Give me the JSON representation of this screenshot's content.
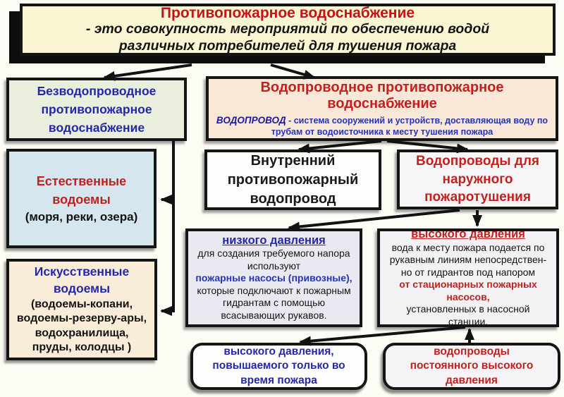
{
  "title": {
    "heading": "Противопожарное водоснабжение",
    "definition": "- это совокупность мероприятий по обеспечению водой\nразличных потребителей для тушения пожара"
  },
  "no_pipeline": {
    "label": "Безводопроводное\nпротивопожарное\nводоснабжение"
  },
  "pipeline": {
    "heading": "Водопроводное противопожарное\nводоснабжение",
    "term": "ВОДОПРОВОД",
    "term_definition": "- система сооружений и устройств, доставляющая воду по трубам от водоисточника к месту тушения пожара"
  },
  "natural": {
    "heading": "Естественные\nводоемы",
    "examples": "(моря, реки, озера)"
  },
  "artificial": {
    "heading": "Искусственные\nводоемы",
    "examples": "(водоемы-копани,\nводоемы-резерву-ары,\nводохранилища,\nпруды, колодцы )"
  },
  "internal": {
    "label": "Внутренний\nпротивопожарный\nводопровод"
  },
  "external": {
    "label": "Водопроводы для\nнаружного\nпожаротушения"
  },
  "low_pressure": {
    "heading": "низкого давления",
    "text1": "для создания требуемого напора\nиспользуют",
    "highlight": "пожарные насосы (привозные),",
    "text2": "которые подключают к пожарным\nгидрантам с помощью\nвсасывающих рукавов."
  },
  "high_pressure": {
    "heading": "высокого давления",
    "text1": "вода к месту пожара подается по\nрукавным линиям непосредствен-\nно от гидрантов под напором",
    "highlight": "от стационарных пожарных\nнасосов,",
    "text2": "установленных в насосной\nстанции."
  },
  "fire_boost": {
    "label": "высокого давления,\nповышаемого только во\nвремя пожара"
  },
  "constant_high": {
    "label": "водопроводы\nпостоянного высокого\nдавления"
  },
  "colors": {
    "accent_red": "#c32020",
    "accent_blue": "#2428a8",
    "line_black": "#121212",
    "title_bg": "#faf5d2",
    "pipeline_bg": "#f9e8d7",
    "no_pipeline_bg": "#e9eedd",
    "natural_bg": "#d6e6ee",
    "artificial_bg": "#f9ecd9",
    "low_pressure_bg": "#eae9f1"
  }
}
